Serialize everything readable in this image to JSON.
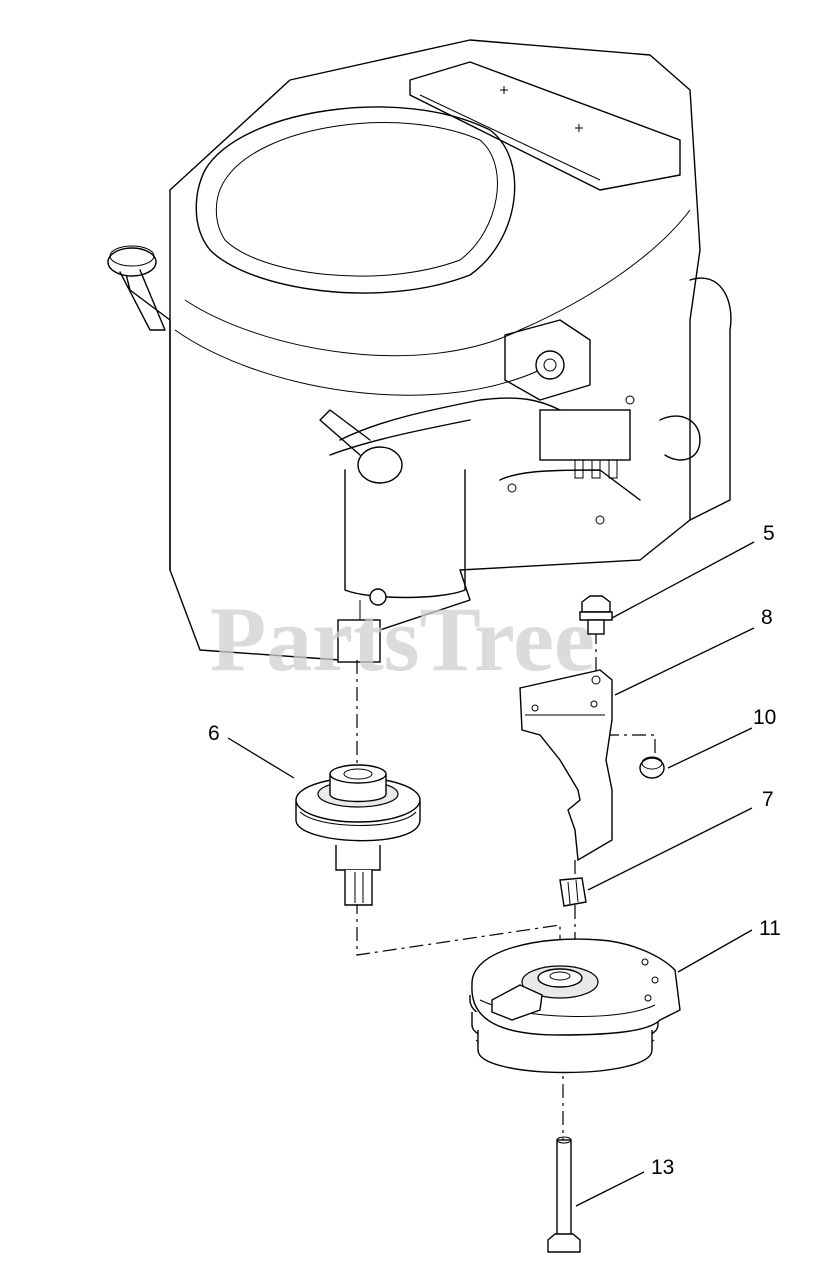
{
  "watermark": "PartsTree",
  "callouts": {
    "c5": "5",
    "c8": "8",
    "c10": "10",
    "c6": "6",
    "c7": "7",
    "c11": "11",
    "c13": "13"
  }
}
